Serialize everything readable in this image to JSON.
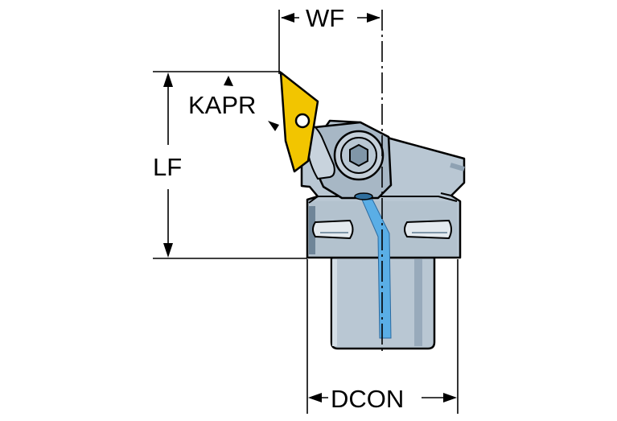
{
  "labels": {
    "wf": "WF",
    "kapr": "KAPR",
    "lf": "LF",
    "dcon": "DCON"
  },
  "colors": {
    "body": "#b9c7d3",
    "body_dark": "#7f96a8",
    "insert": "#f2c500",
    "coolant": "#5aaee6",
    "line": "#000000"
  }
}
